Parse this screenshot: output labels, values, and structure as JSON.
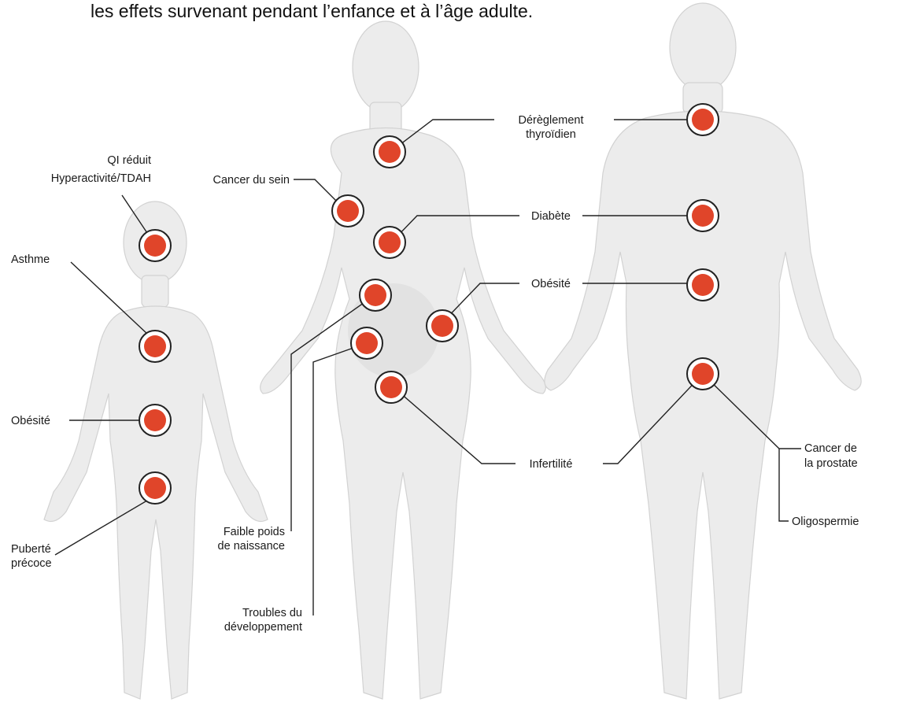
{
  "caption": "les effets survenant pendant l’enfance et à l’âge adulte.",
  "colors": {
    "marker_fill": "#e0452a",
    "figure_fill": "#ececec",
    "leader_line": "#222222"
  },
  "labels": {
    "qi": "QI réduit",
    "tdah": "Hyperactivité/TDAH",
    "asthme": "Asthme",
    "obesite_enfant": "Obésité",
    "puberte_1": "Puberté",
    "puberte_2": "précoce",
    "cancer_sein": "Cancer du sein",
    "faible_poids_1": "Faible poids",
    "faible_poids_2": "de naissance",
    "troubles_1": "Troubles du",
    "troubles_2": "développement",
    "dereglement_1": "Dérèglement",
    "dereglement_2": "thyroïdien",
    "diabete": "Diabète",
    "obesite_adulte": "Obésité",
    "infertilite": "Infertilité",
    "cancer_prostate_1": "Cancer de",
    "cancer_prostate_2": "la prostate",
    "oligospermie": "Oligospermie"
  }
}
